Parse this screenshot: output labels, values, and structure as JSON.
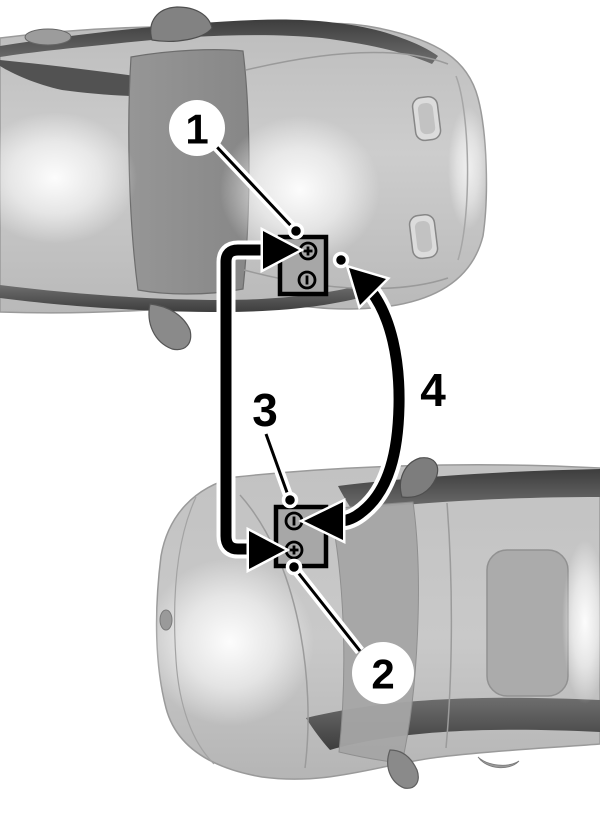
{
  "figure": {
    "title": "jump-start-connection-diagram",
    "background_color": "#ffffff",
    "line_color": "#000000",
    "casing_color": "#ffffff",
    "car_body_color": "#c7c7c7",
    "cabin_panel_color": "#8e8e8e",
    "dark_band_color": "#474747",
    "battery_fill_color": "#a7a7a7"
  },
  "callouts": [
    {
      "label": "1"
    },
    {
      "label": "2"
    },
    {
      "label": "3"
    },
    {
      "label": "4"
    }
  ],
  "icons": {
    "positive_terminal": "+",
    "negative_terminal": "−"
  }
}
